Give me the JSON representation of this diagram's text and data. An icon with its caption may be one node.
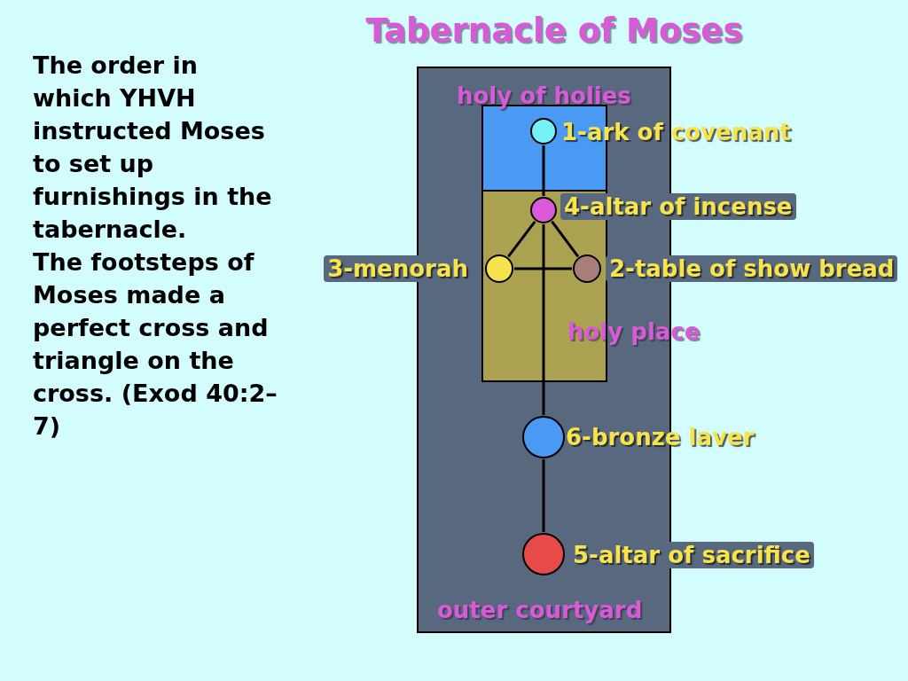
{
  "diagram": {
    "title": "Tabernacle of Moses",
    "nodes": [
      {
        "text": [
          "outer courtyard"
        ]
      },
      {
        "text": [
          "holy of holies"
        ],
        "in": 0
      },
      {
        "text": [],
        "shape": "circle",
        "in": 1,
        "beside": [
          "1-ark of covenant"
        ]
      },
      {
        "text": [
          "holy place"
        ],
        "in": 0
      },
      {
        "text": [],
        "shape": "circle",
        "in": 3,
        "beside": [
          "4-altar of incense"
        ]
      },
      {
        "text": [],
        "shape": "circle",
        "in": 3,
        "beside": [
          "3-menorah"
        ]
      },
      {
        "text": [],
        "shape": "circle",
        "in": 3,
        "beside": [
          "2-table of show bread"
        ]
      },
      {
        "text": [],
        "shape": "circle",
        "in": 0,
        "beside": [
          "6-bronze laver"
        ]
      },
      {
        "text": [],
        "shape": "circle",
        "in": 0,
        "beside": [
          "5-altar of sacrifice"
        ]
      }
    ],
    "edges": [
      {
        "from": 2,
        "to": 4,
        "arrow": "none"
      },
      {
        "from": 4,
        "to": 5,
        "arrow": "none"
      },
      {
        "from": 4,
        "to": 6,
        "arrow": "none"
      },
      {
        "from": 5,
        "to": 6,
        "arrow": "none"
      },
      {
        "from": 4,
        "to": 7,
        "arrow": "none"
      },
      {
        "from": 7,
        "to": 8,
        "arrow": "none"
      }
    ],
    "labels": [
      "The order in which YHVH instructed Moses to set up furnishings in the tabernacle.",
      "The footsteps of Moses made a perfect cross and triangle on the cross. (Exod 40:2–7)"
    ]
  }
}
